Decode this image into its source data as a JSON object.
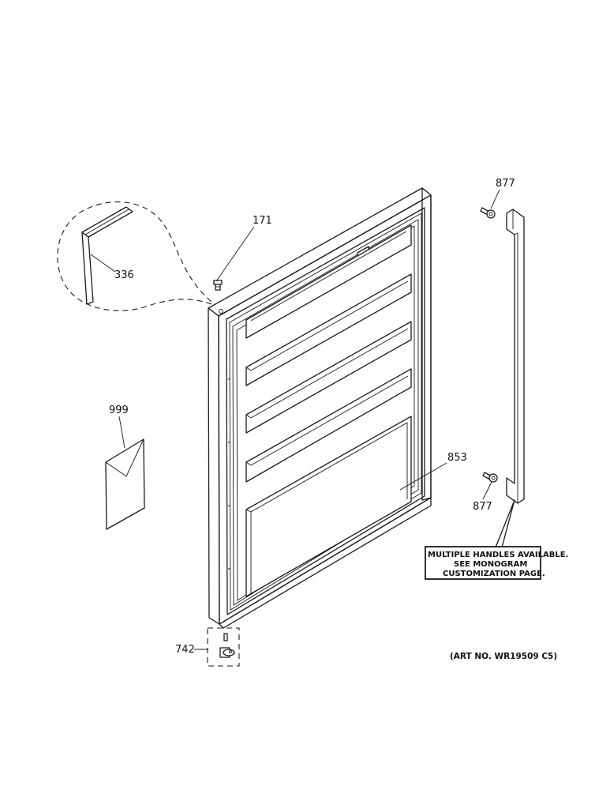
{
  "callouts": {
    "p877_top": "877",
    "p171": "171",
    "p336": "336",
    "p999": "999",
    "p853": "853",
    "p877_bottom": "877",
    "p742": "742"
  },
  "note": {
    "line1": "MULTIPLE HANDLES AVAILABLE.",
    "line2": "SEE MONOGRAM",
    "line3": "CUSTOMIZATION PAGE."
  },
  "art_number": "(ART NO. WR19509 C5)"
}
